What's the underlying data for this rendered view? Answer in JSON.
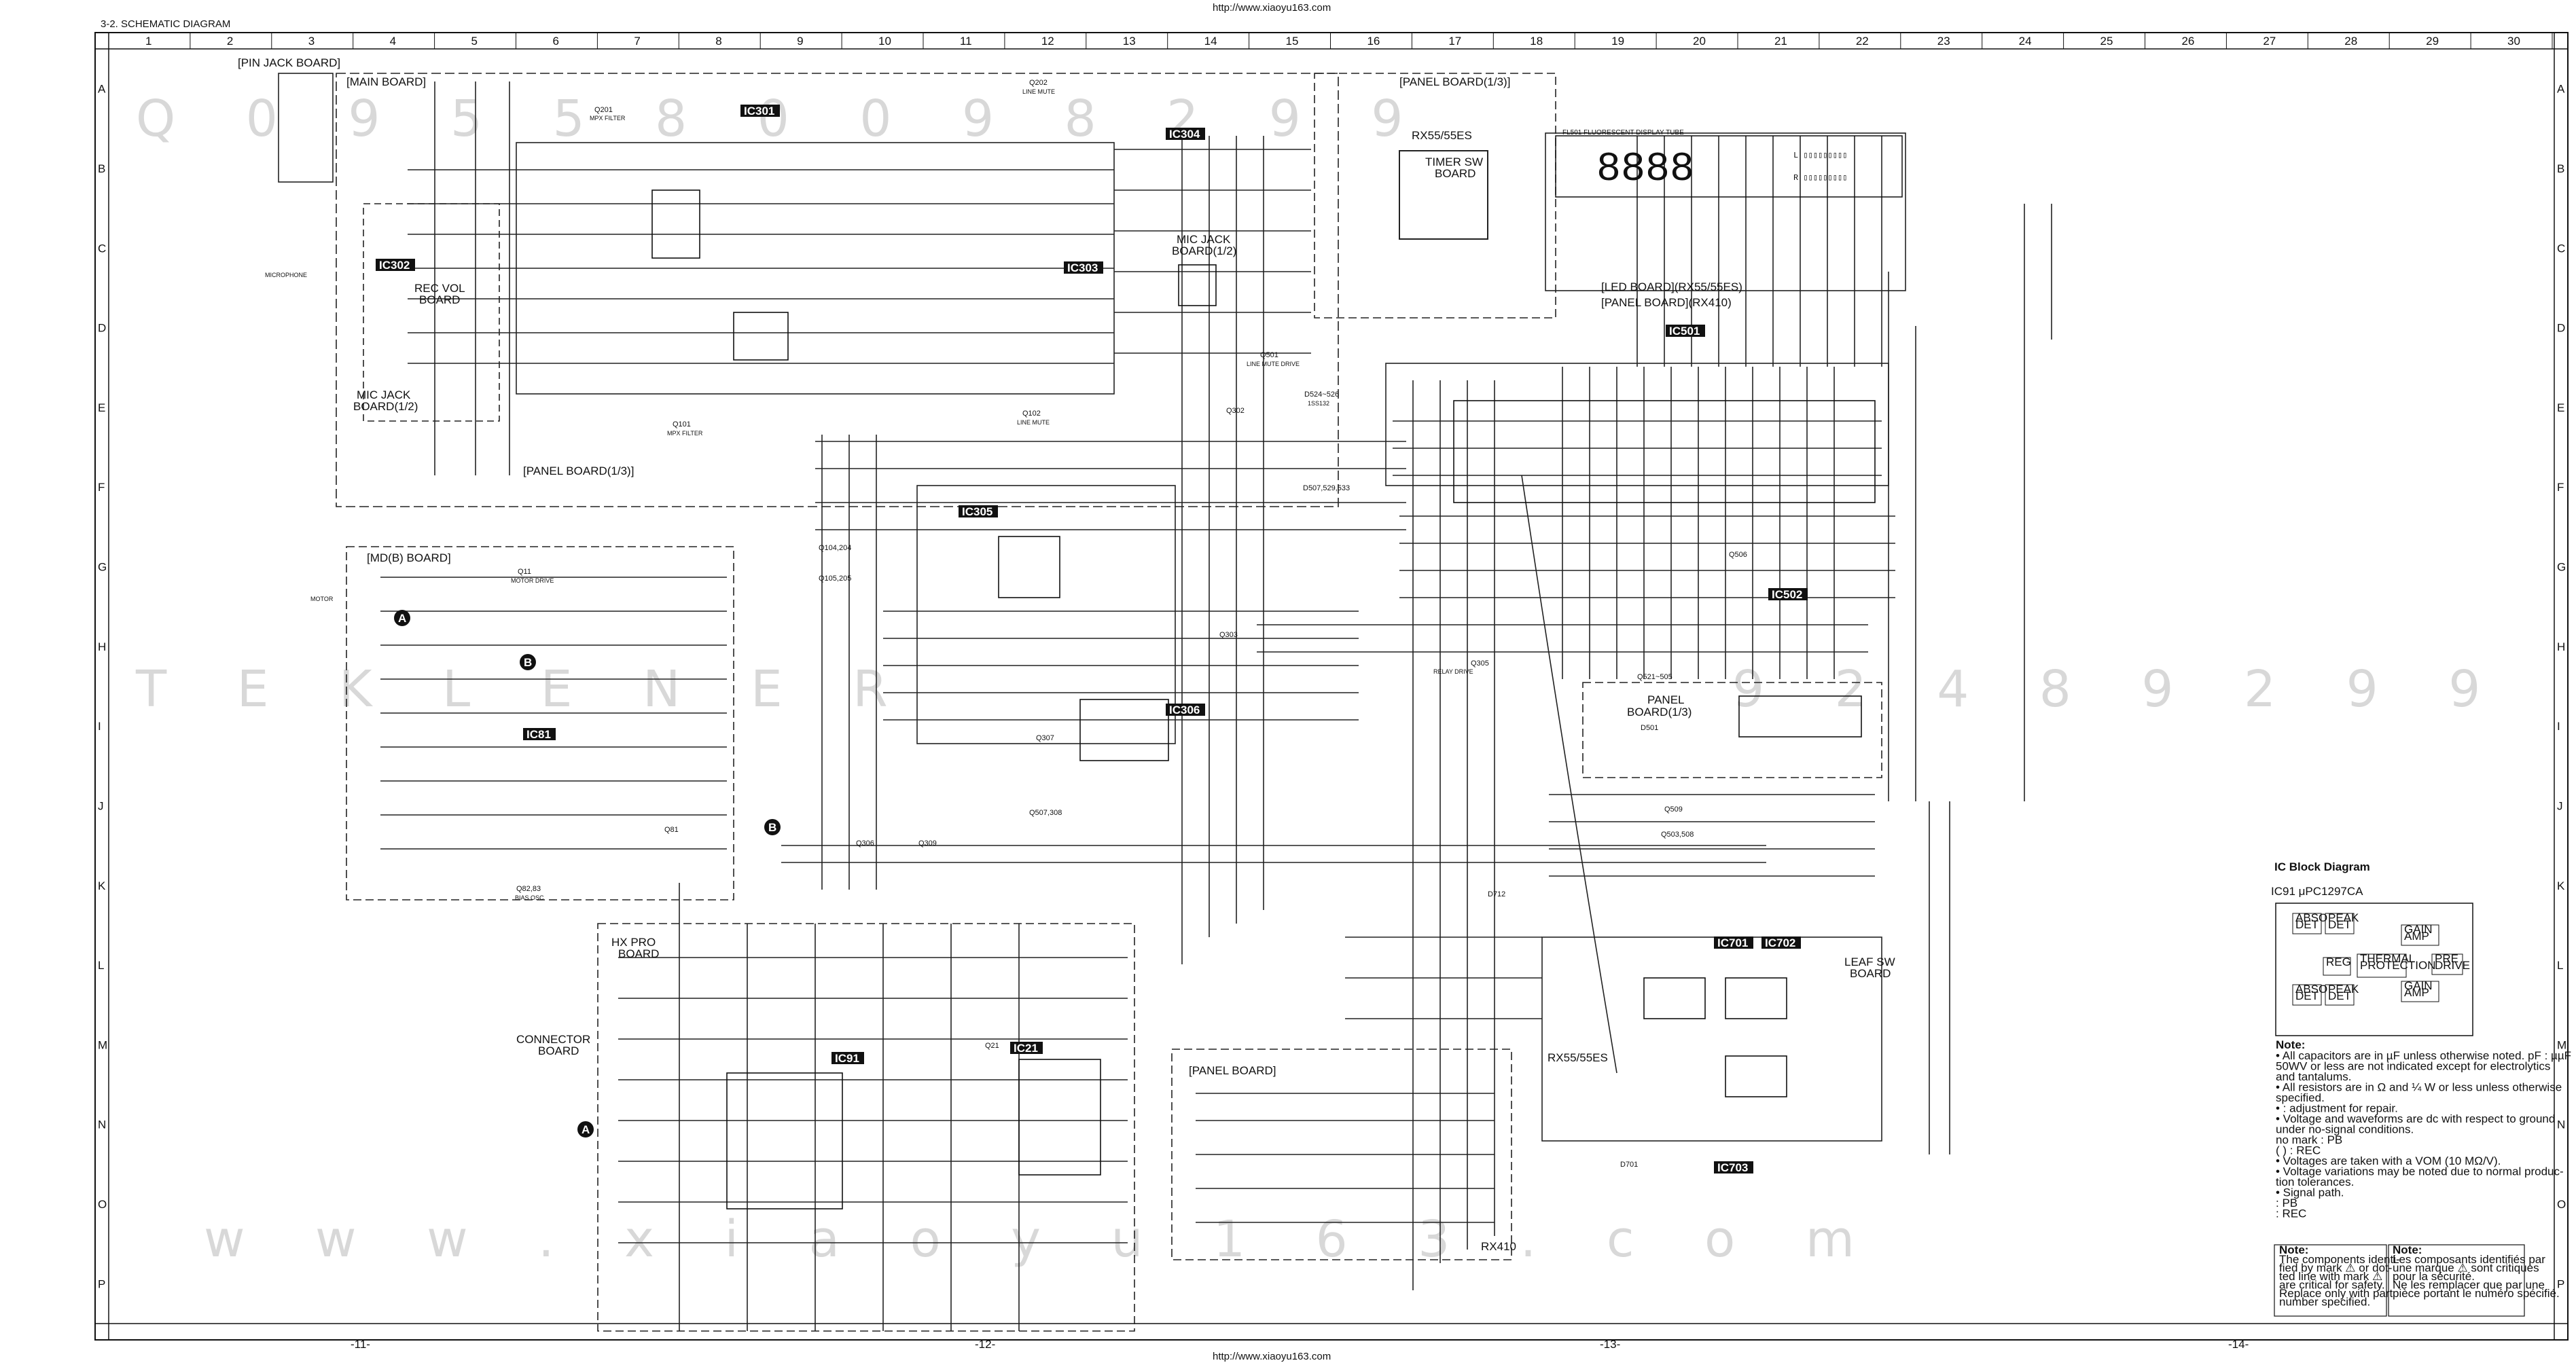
{
  "header": {
    "title": "3-2.  SCHEMATIC DIAGRAM",
    "url_top": "http://www.xiaoyu163.com",
    "url_bottom": "http://www.xiaoyu163.com"
  },
  "grid": {
    "columns": [
      "1",
      "2",
      "3",
      "4",
      "5",
      "6",
      "7",
      "8",
      "9",
      "10",
      "11",
      "12",
      "13",
      "14",
      "15",
      "16",
      "17",
      "18",
      "19",
      "20",
      "21",
      "22",
      "23",
      "24",
      "25",
      "26",
      "27",
      "28",
      "29",
      "30"
    ],
    "rows": [
      "A",
      "B",
      "C",
      "D",
      "E",
      "F",
      "G",
      "H",
      "I",
      "J",
      "K",
      "L",
      "M",
      "N",
      "O",
      "P"
    ]
  },
  "page_numbers": [
    "-11-",
    "-12-",
    "-13-",
    "-14-"
  ],
  "boards": {
    "pin_jack": "[PIN JACK BOARD]",
    "main": "[MAIN BOARD]",
    "mic_jack_a": "MIC JACK",
    "mic_jack_a2": "BOARD(1/2)",
    "rec_vol_a": "REC VOL",
    "rec_vol_b": "BOARD",
    "panel_13_a": "[PANEL BOARD(1/3)]",
    "mic_jack_b": "MIC JACK",
    "mic_jack_b2": "BOARD(1/2)",
    "panel_13_top": "[PANEL BOARD(1/3)]",
    "rx55": "RX55/55ES",
    "timer_a": "TIMER SW",
    "timer_b": "BOARD",
    "led": "[LED BOARD](RX55/55ES)",
    "panel_rx410": "[PANEL BOARD](RX410)",
    "md": "[MD(B) BOARD]",
    "panel_13_mid_a": "PANEL",
    "panel_13_mid_b": "BOARD(1/3)",
    "hx_a": "HX PRO",
    "hx_b": "BOARD",
    "connector_a": "CONNECTOR",
    "connector_b": "BOARD",
    "panel_board": "[PANEL BOARD]",
    "rx410": "RX410",
    "rx55_b": "RX55/55ES",
    "leaf_a": "LEAF SW",
    "leaf_b": "BOARD"
  },
  "ics": {
    "ic301": "IC301",
    "ic302": "IC302",
    "ic303": "IC303",
    "ic304": "IC304",
    "ic305": "IC305",
    "ic306": "IC306",
    "ic501": "IC501",
    "ic502": "IC502",
    "ic701": "IC701",
    "ic702": "IC702",
    "ic703": "IC703",
    "ic81": "IC81",
    "ic91": "IC91",
    "ic21": "IC21"
  },
  "components": {
    "q202": "Q202",
    "line_mute": "LINE MUTE",
    "q102": "Q102",
    "line_mute2": "LINE MUTE",
    "q101": "Q101",
    "mpx_filter": "MPX FILTER",
    "q201": "Q201",
    "mpx_filter2": "MPX FILTER",
    "q501": "Q501",
    "line_mute_drive": "LINE MUTE DRIVE",
    "q302": "Q302",
    "d524": "D524~526",
    "iss": "1SS132",
    "d507": "D507,529,533",
    "q104": "Q104,204",
    "q105": "Q105,205",
    "q303": "Q303",
    "q305": "Q305",
    "relay_drive": "RELAY DRIVE",
    "q307": "Q307",
    "q507": "Q507,308",
    "q306": "Q306",
    "q309": "Q309",
    "q11": "Q11",
    "motor_drive": "MOTOR DRIVE",
    "q81": "Q81",
    "q82": "Q82,83",
    "bias_osc": "BIAS OSC",
    "d712": "D712",
    "d701": "D701",
    "q521": "Q521~505",
    "q509": "Q509",
    "q503": "Q503,508",
    "d501": "D501",
    "q506": "Q506",
    "motor": "MOTOR",
    "microphone": "MICROPHONE",
    "display_digits": "8888",
    "fl_tube": "FL501  FLUORESCENT DISPLAY TUBE",
    "q21": "Q21"
  },
  "markers": [
    "A",
    "B",
    "A",
    "B"
  ],
  "ic_block": {
    "title": "IC Block Diagram",
    "part": "IC91  μPC1297CA",
    "blocks": [
      "ABSO DET",
      "PEAK DET",
      "GAIN AMP",
      "REG",
      "THERMAL PROTECTION",
      "PRE DRIVE",
      "ABSO DET",
      "PEAK DET",
      "GAIN AMP"
    ]
  },
  "notes": {
    "title": "Note:",
    "lines": [
      "•  All capacitors are in µF unless otherwise noted. pF : µµF",
      "    50WV or less are not indicated except for electrolytics",
      "    and tantalums.",
      "•  All resistors are in Ω and ¼ W or less unless otherwise",
      "    specified.",
      "•          : adjustment for repair.",
      "•  Voltage and waveforms are dc with respect to ground",
      "    under no-signal conditions.",
      "    no mark : PB",
      "    (   ) : REC",
      "•  Voltages are taken with a VOM (10 MΩ/V).",
      "•  Voltage variations may be noted due to normal produc-",
      "    tion tolerances.",
      "•  Signal path.",
      "        : PB",
      "        : REC"
    ],
    "en_title": "Note:",
    "en_lines": [
      "The components identi-",
      "fied by mark ⚠ or dot-",
      "ted line with mark ⚠",
      "are critical for safety.",
      "Replace only with part",
      "number specified."
    ],
    "fr_title": "Note:",
    "fr_lines": [
      "Les composants identifiés par",
      "une marque ⚠ sont critiques",
      "pour la sécurité.",
      "Ne les remplacer que par une",
      "pièce portant le numéro spécifié."
    ]
  }
}
